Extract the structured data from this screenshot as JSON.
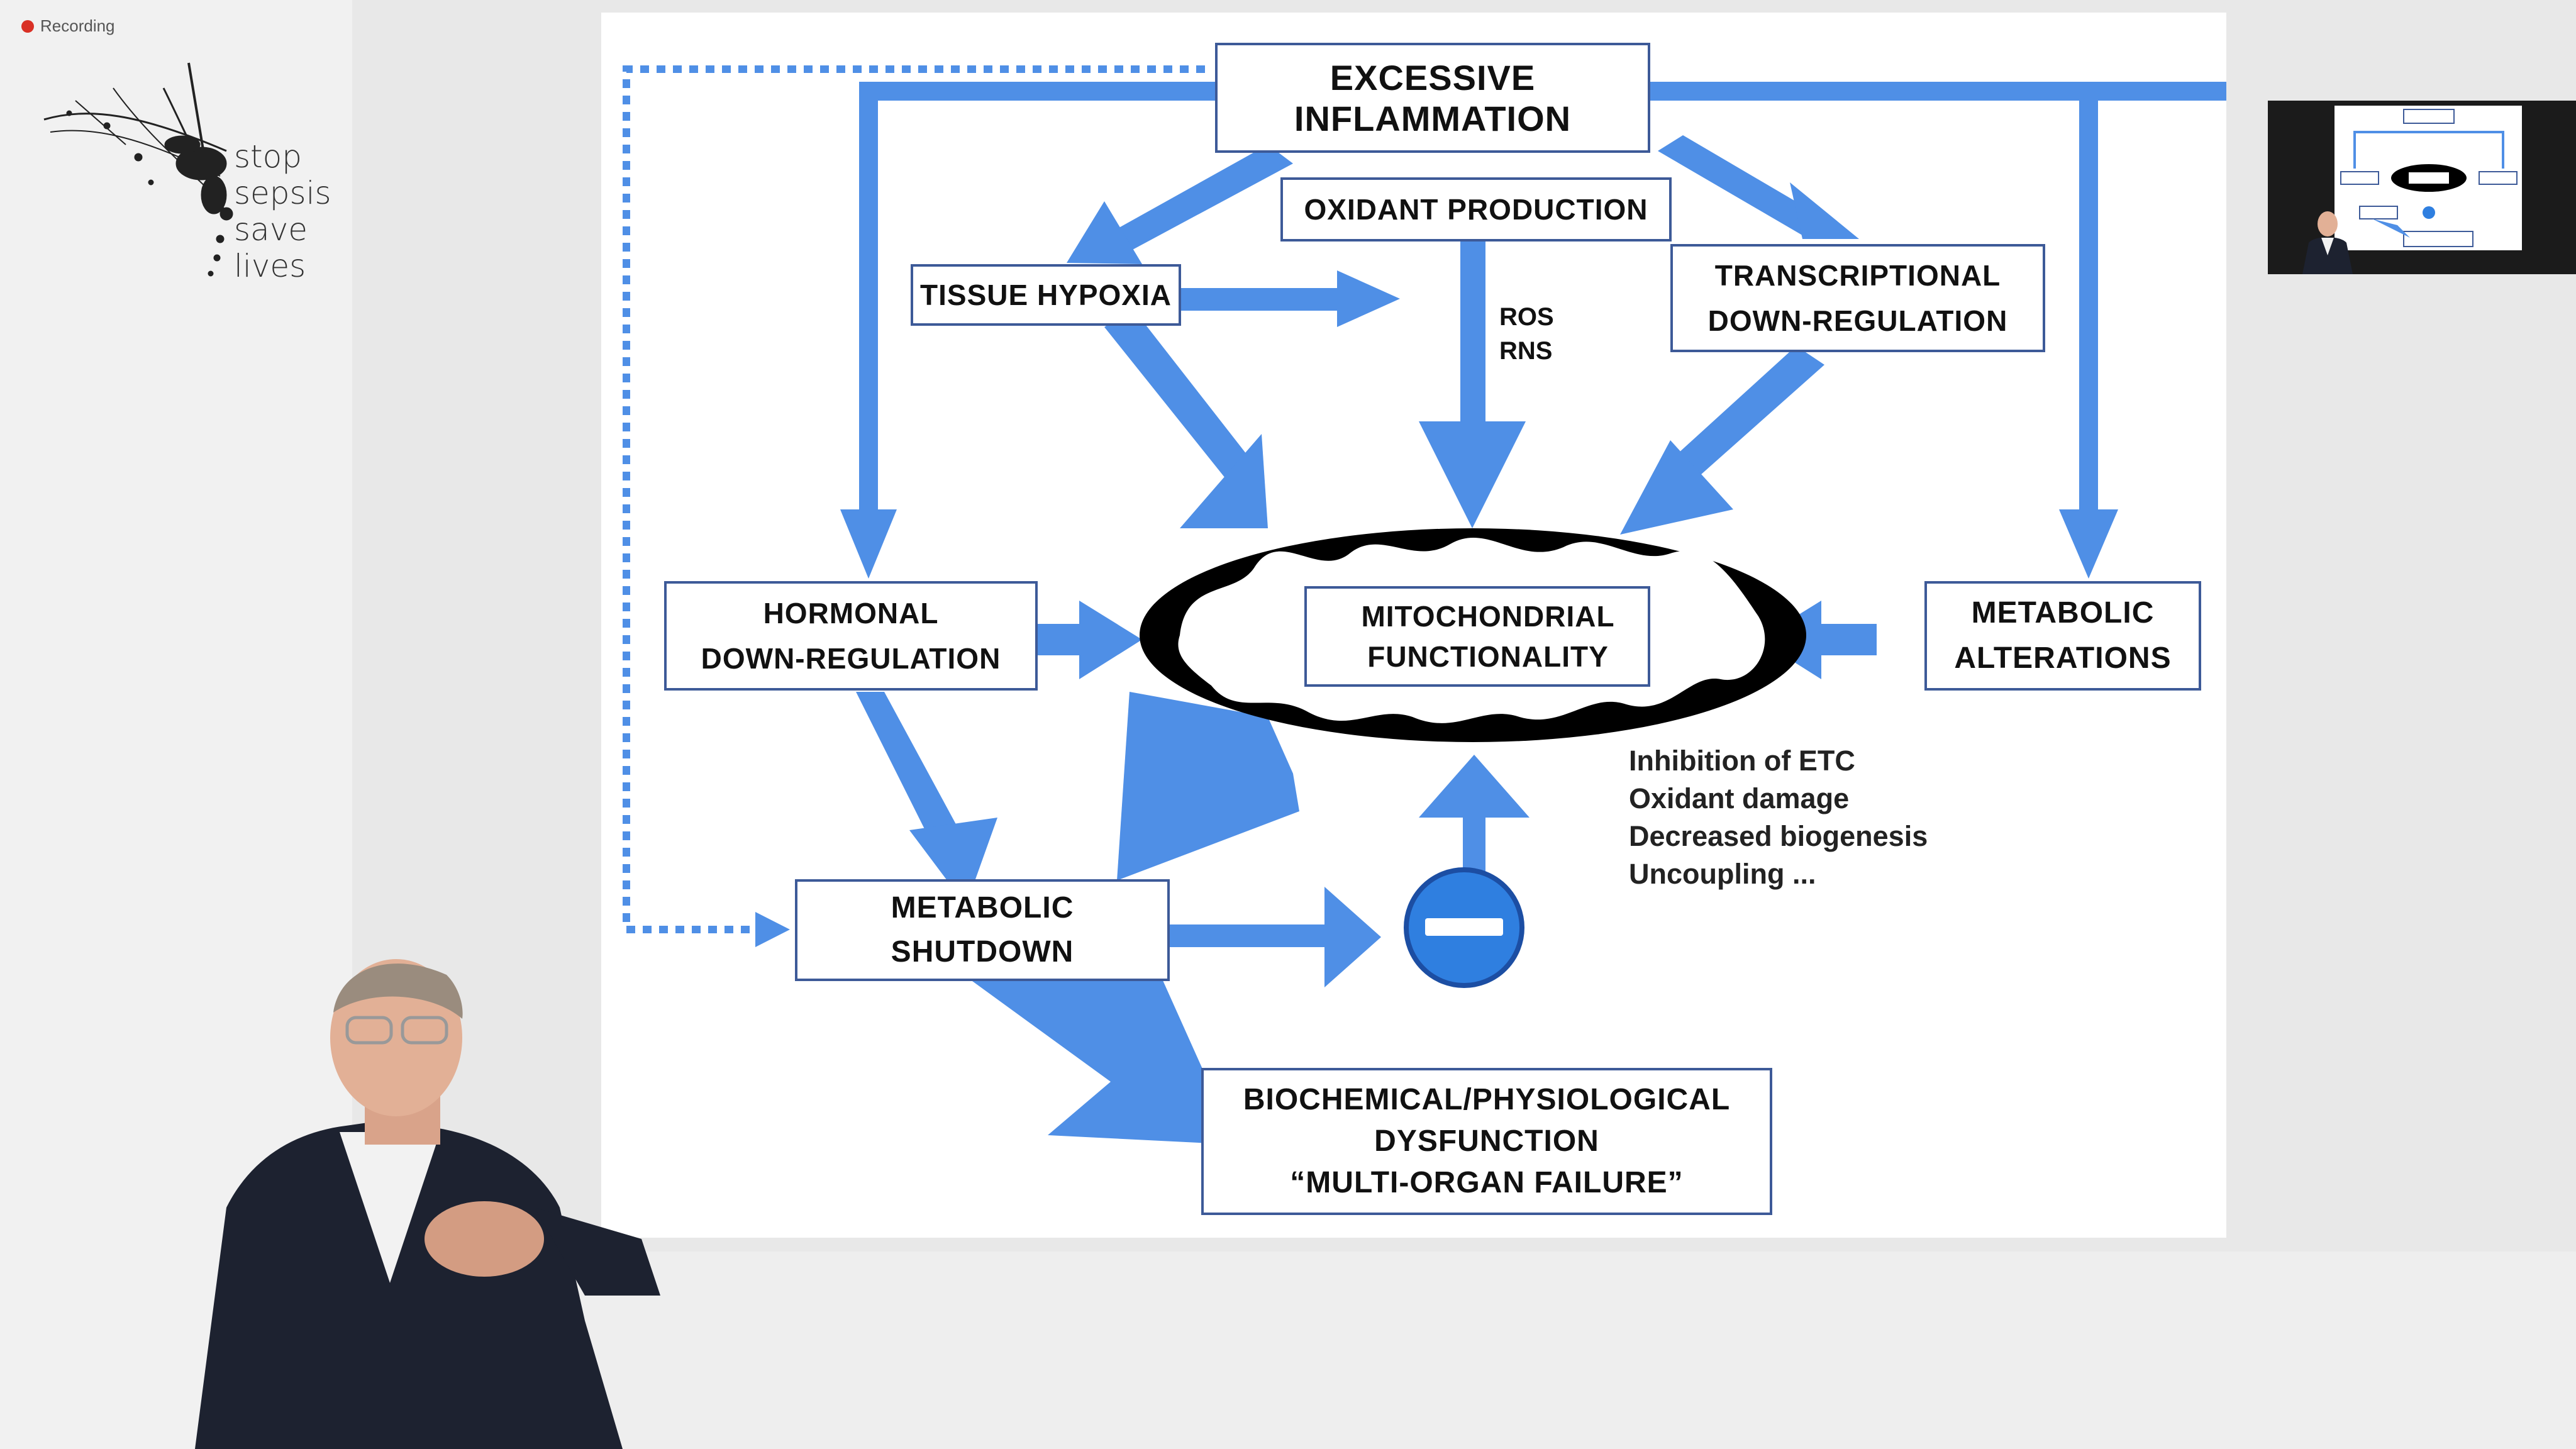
{
  "recording": {
    "label": "Recording"
  },
  "brand": {
    "words": [
      "stop",
      "sepsis",
      "save",
      "lives"
    ]
  },
  "diagram": {
    "nodes": {
      "excessive_inflammation": [
        "EXCESSIVE",
        "INFLAMMATION"
      ],
      "oxidant_production": [
        "OXIDANT PRODUCTION"
      ],
      "tissue_hypoxia": [
        "TISSUE HYPOXIA"
      ],
      "transcriptional": [
        "TRANSCRIPTIONAL",
        "DOWN-REGULATION"
      ],
      "hormonal": [
        "HORMONAL",
        "DOWN-REGULATION"
      ],
      "mitochondrial": [
        "MITOCHONDRIAL",
        "FUNCTIONALITY"
      ],
      "metabolic_alterations": [
        "METABOLIC",
        "ALTERATIONS"
      ],
      "metabolic_shutdown": [
        "METABOLIC",
        "SHUTDOWN"
      ],
      "dysfunction": [
        "BIOCHEMICAL/PHYSIOLOGICAL",
        "DYSFUNCTION",
        "“MULTI-ORGAN FAILURE”"
      ]
    },
    "ros_label": "ROS",
    "rns_label": "RNS",
    "effects": [
      "Inhibition of ETC",
      "Oxidant damage",
      "Decreased biogenesis",
      "Uncoupling ..."
    ],
    "colors": {
      "arrow": "#4f8fe6",
      "box_border": "#3d5a98",
      "minus_circle": "#2f7fe0"
    }
  }
}
